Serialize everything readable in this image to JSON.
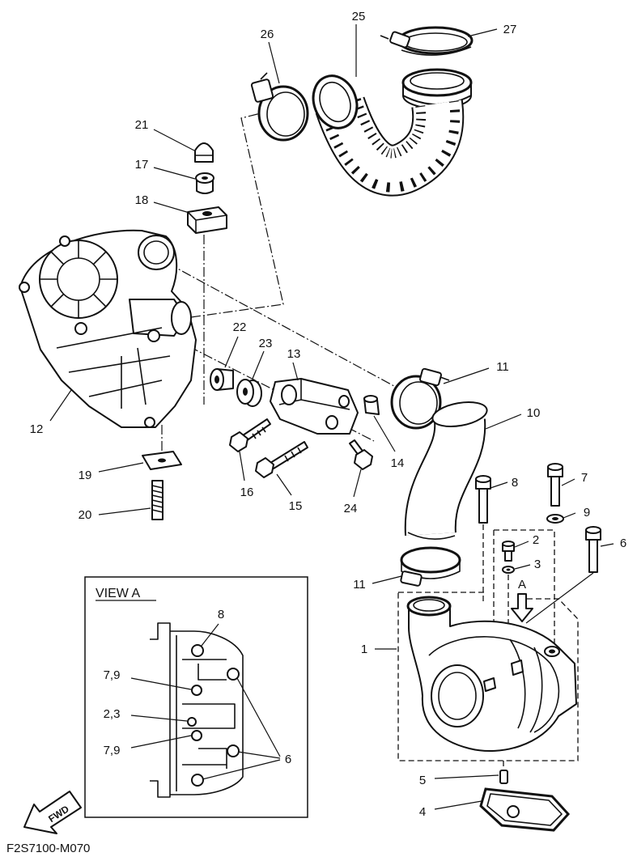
{
  "callouts": [
    "26",
    "25",
    "27",
    "21",
    "17",
    "18",
    "22",
    "23",
    "13",
    "11",
    "10",
    "12",
    "16",
    "15",
    "24",
    "14",
    "19",
    "20",
    "8",
    "7",
    "9",
    "2",
    "6",
    "3",
    "11",
    "1",
    "5",
    "4"
  ],
  "view_a": {
    "title": "VIEW A",
    "callouts": [
      "8",
      "7,9",
      "2,3",
      "7,9",
      "6"
    ]
  },
  "view_marker": "A",
  "fwd_label": "FWD",
  "figure_code": "F2S7100-M070"
}
